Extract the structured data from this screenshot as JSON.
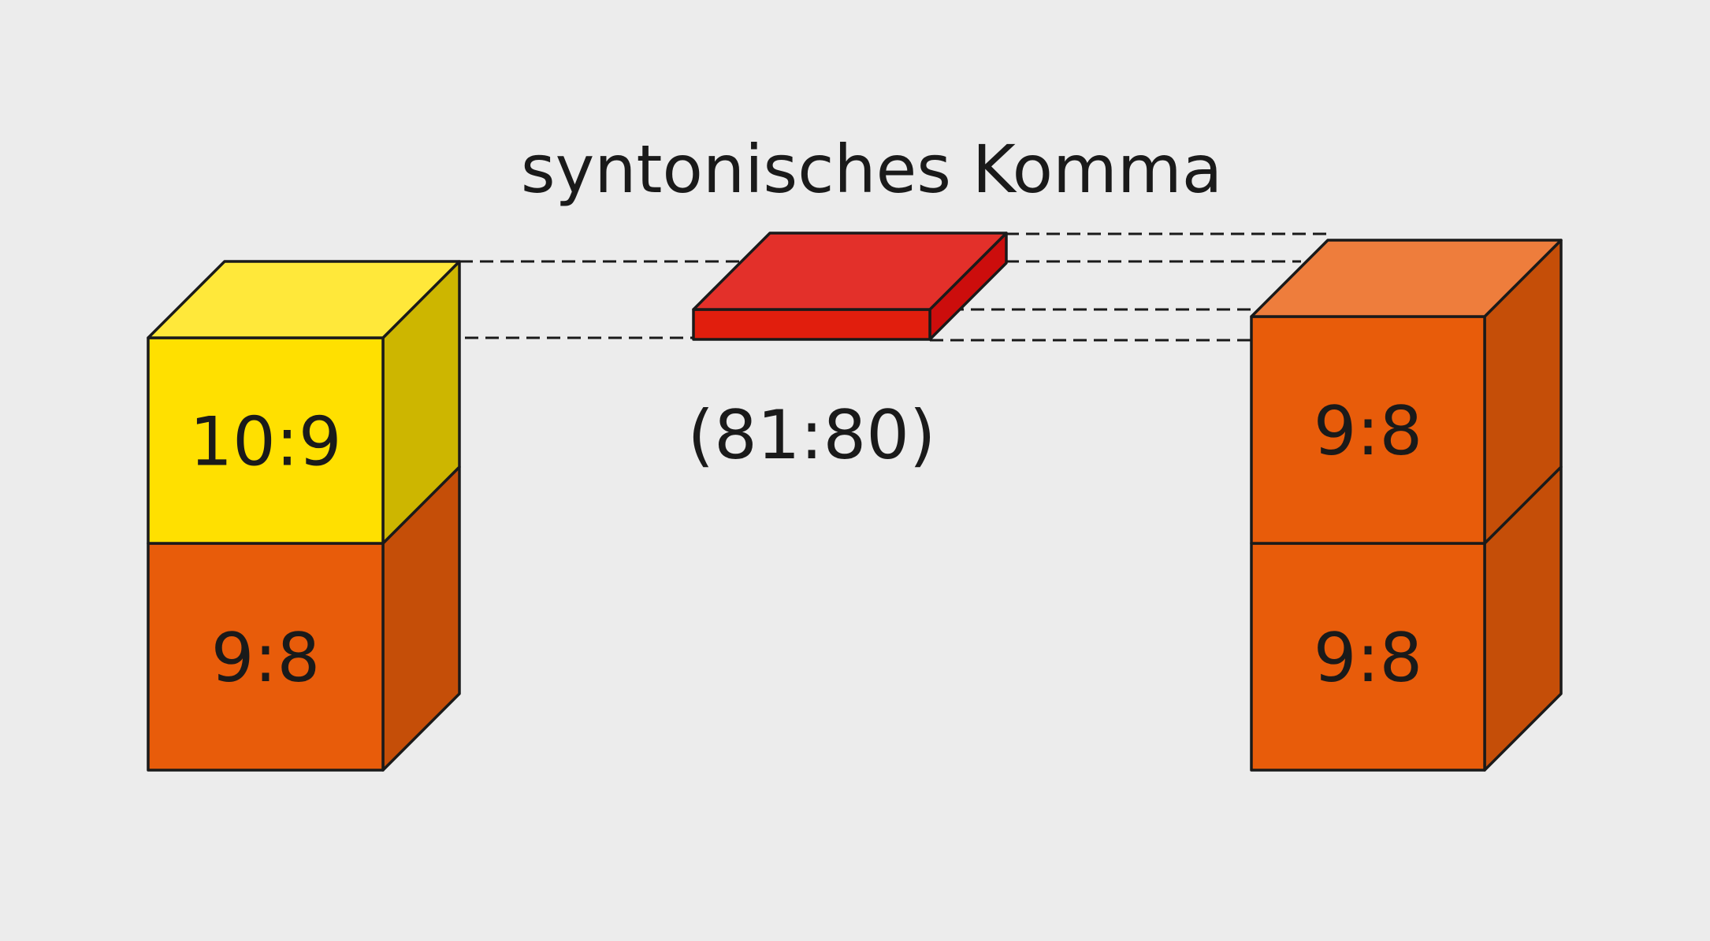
{
  "title": "syntonisches Komma",
  "comma_label": "(81:80)",
  "left_stack": [
    {
      "label": "9:8",
      "ratio": "9:8",
      "kind": "whole-tone"
    },
    {
      "label": "10:9",
      "ratio": "10:9",
      "kind": "small-whole-tone"
    }
  ],
  "right_stack": [
    {
      "label": "9:8",
      "ratio": "9:8",
      "kind": "whole-tone"
    },
    {
      "label": "9:8",
      "ratio": "9:8",
      "kind": "whole-tone"
    }
  ],
  "colors": {
    "background": "#ececec",
    "yellow_front": "#ffe000",
    "yellow_top": "#ffe83a",
    "yellow_side": "#cdb600",
    "orange_front": "#e85c0a",
    "orange_top": "#ee7d3c",
    "orange_side": "#c54e08",
    "red_front": "#e11e0d",
    "red_top": "#e3302a",
    "red_side": "#cc0d0c",
    "outline": "#1a1a1a"
  }
}
